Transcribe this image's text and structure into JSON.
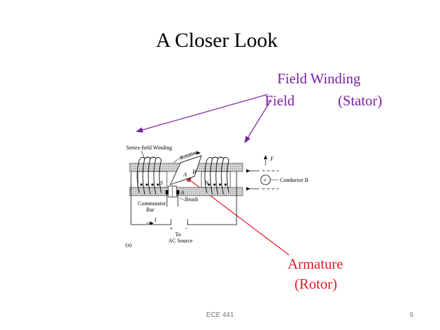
{
  "slide": {
    "title": "A Closer Look",
    "label_field_winding": "Field Winding",
    "label_field": "Field",
    "label_stator": "(Stator)",
    "label_armature": "Armature",
    "label_rotor": "(Rotor)",
    "footer_left": "ECE 441",
    "footer_right": "6"
  },
  "diagram": {
    "series_field_winding": "Series-field Winding",
    "rotation": "Rotation",
    "pole_s": "S",
    "pole_n": "N",
    "conductor_a": "A",
    "conductor_b": "B",
    "current_i": "I",
    "commutator_line1": "Commutator",
    "commutator_line2": "Bar",
    "brush": "Brush",
    "current_i_bottom": "I",
    "plus": "+",
    "minus": "−",
    "to": "To",
    "ac_source": "AC Source",
    "figure_tag": "(a)",
    "force_f": "F",
    "conductor_b_label": "Conductor B"
  },
  "colors": {
    "purple": "#7a1fa2",
    "red": "#e0192a"
  }
}
